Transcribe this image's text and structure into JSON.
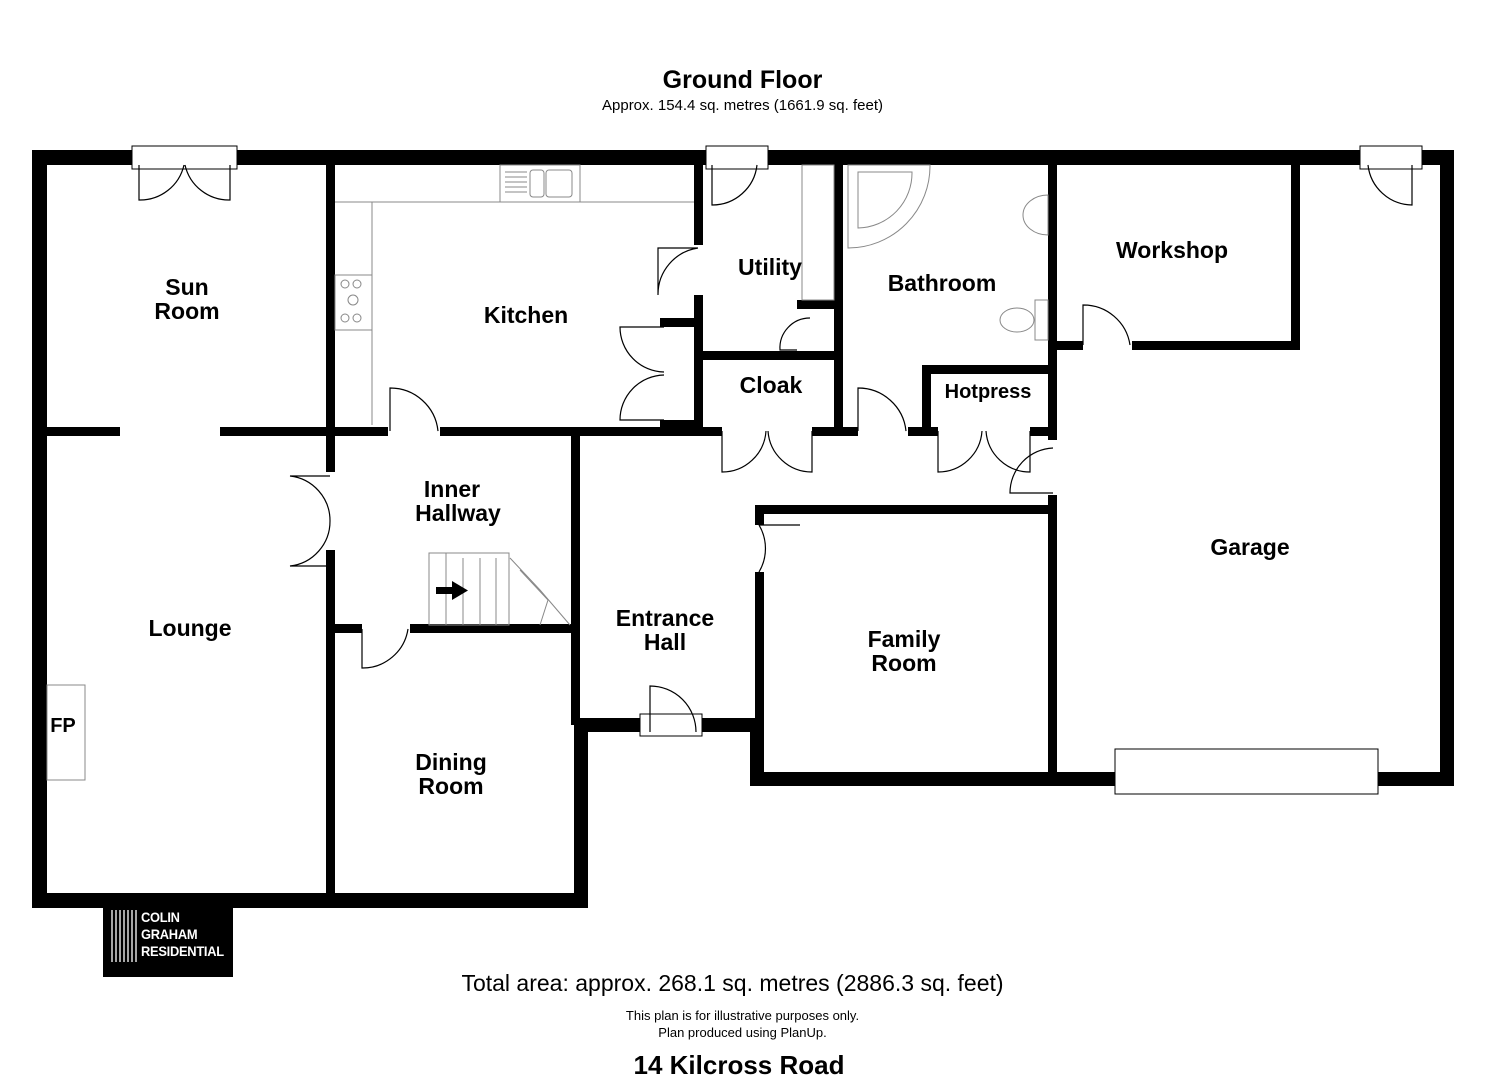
{
  "header": {
    "title": "Ground Floor",
    "subtitle": "Approx. 154.4 sq. metres (1661.9 sq. feet)"
  },
  "rooms": {
    "sun_room": [
      "Sun",
      "Room"
    ],
    "kitchen": "Kitchen",
    "utility": "Utility",
    "bathroom": "Bathroom",
    "workshop": "Workshop",
    "cloak": "Cloak",
    "hotpress": "Hotpress",
    "inner_hallway": [
      "Inner",
      "Hallway"
    ],
    "lounge": "Lounge",
    "fireplace": "FP",
    "entrance_hall": [
      "Entrance",
      "Hall"
    ],
    "family_room": [
      "Family",
      "Room"
    ],
    "garage": "Garage",
    "dining_room": [
      "Dining",
      "Room"
    ]
  },
  "logo": {
    "lines": [
      "COLIN",
      "GRAHAM",
      "RESIDENTIAL"
    ]
  },
  "footer": {
    "total_area": "Total area: approx. 268.1 sq. metres (2886.3 sq. feet)",
    "note1": "This plan is for illustrative purposes only.",
    "note2": "Plan produced using PlanUp.",
    "address": "14 Kilcross Road"
  },
  "colors": {
    "wall": "#000000",
    "fixture": "#888888",
    "background": "#ffffff"
  }
}
